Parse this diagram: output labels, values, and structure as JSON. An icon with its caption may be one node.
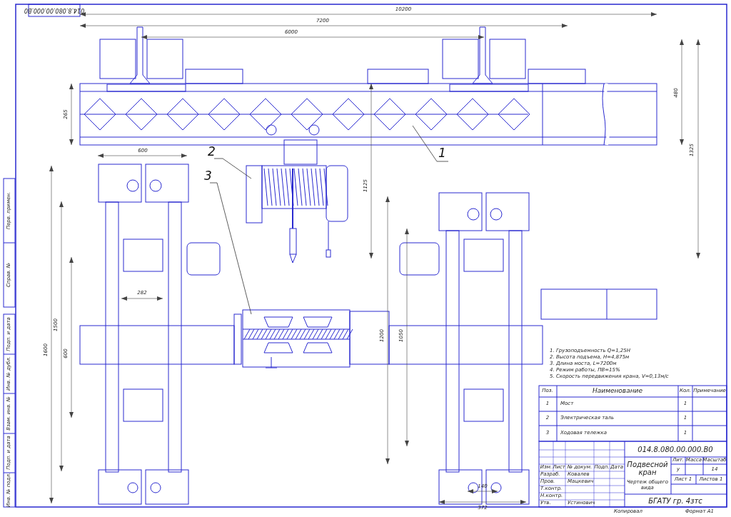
{
  "diagram": {
    "nodes": [
      {
        "text": [
          "1"
        ]
      },
      {
        "text": [],
        "shape": "picture"
      },
      {
        "text": [
          "2"
        ]
      },
      {
        "text": [],
        "shape": "picture"
      },
      {
        "text": [
          "3"
        ]
      },
      {
        "text": [],
        "shape": "picture"
      }
    ],
    "edges": [
      {
        "from": 0,
        "to": 1,
        "arrow": "none"
      },
      {
        "from": 2,
        "to": 3,
        "arrow": "none"
      },
      {
        "from": 4,
        "to": 5,
        "arrow": "none"
      }
    ],
    "labels": [
      "014.8.080.00.000.В0",
      "10200",
      "7200",
      "6000",
      "265",
      "480",
      "1325",
      "1125",
      "600",
      "1600",
      "1500",
      "600",
      "282",
      "1200",
      "1050",
      "140",
      "372",
      "1. Грузоподъемность Q=1,25Н",
      "2. Высота подъема, Н=4,875м",
      "3. Длина моста, L=7200м",
      "4. Режим работы, ПВ=15%",
      "5. Скорость передвижения крана, V=0,13м/с",
      "Поз.",
      "Наименование",
      "Кол.",
      "Примечание",
      "1",
      "Мост",
      "1",
      "2",
      "Электрическая таль",
      "1",
      "3",
      "Ходовая тележка",
      "1",
      "014.8.080.00.000.В0",
      "Изм.",
      "Лист",
      "№ докум.",
      "Подп.",
      "Дата",
      "Разраб.",
      "Ковалев",
      "Пров.",
      "Мацкевич",
      "Т.контр.",
      "Н.контр.",
      "Утв.",
      "Устинович",
      "Подвесной кран",
      "Чертеж общего вида",
      "Лит.",
      "Масса",
      "Масштаб",
      "у",
      "14",
      "Лист 1",
      "Листов 1",
      "БГАТУ гр. 4зтс",
      "Копировал",
      "Формат А1",
      "Перв. примен.",
      "Справ. №",
      "Подп. и дата",
      "Инв. № дубл.",
      "Взам. инв. №",
      "Подп. и дата",
      "Инв. № подл."
    ]
  }
}
